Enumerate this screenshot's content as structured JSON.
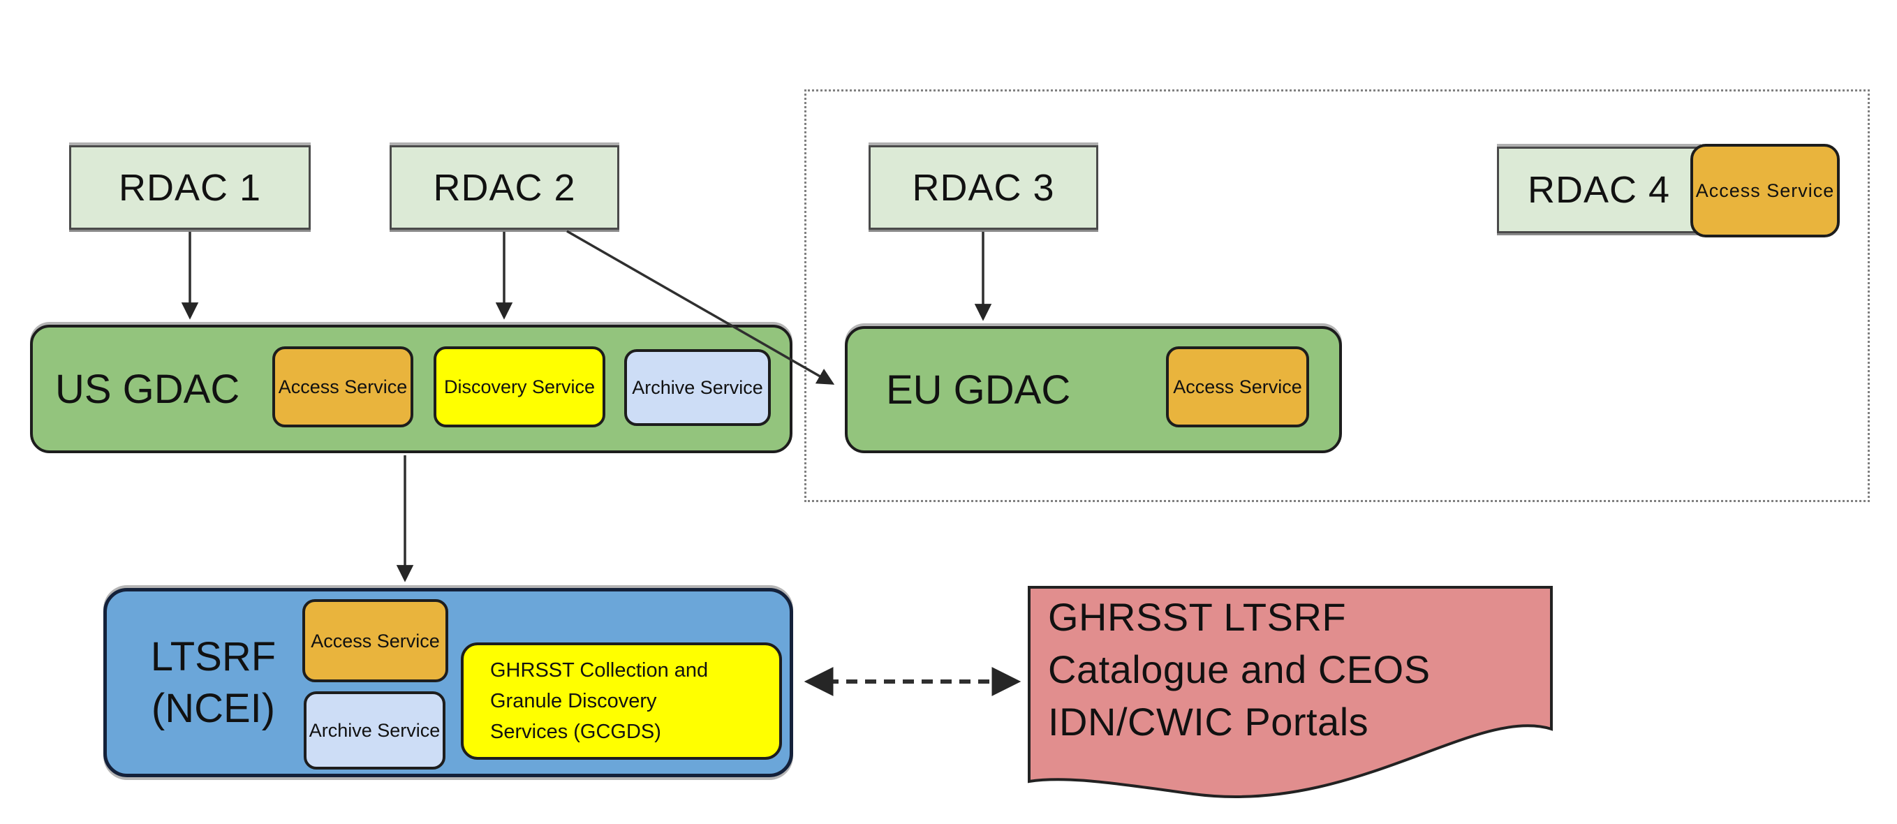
{
  "diagram_title": "",
  "nodes": {
    "rdac1": {
      "label": "RDAC 1"
    },
    "rdac2": {
      "label": "RDAC 2"
    },
    "rdac3": {
      "label": "RDAC 3"
    },
    "rdac4": {
      "label": "RDAC 4",
      "badge_label": "Access Service"
    },
    "us_gdac": {
      "label": "US GDAC",
      "services": [
        {
          "type": "access",
          "label": "Access Service"
        },
        {
          "type": "discovery",
          "label": "Discovery Service"
        },
        {
          "type": "archive",
          "label": "Archive Service"
        }
      ]
    },
    "eu_gdac": {
      "label": "EU GDAC",
      "services": [
        {
          "type": "access",
          "label": "Access Service"
        }
      ]
    },
    "ltsrf": {
      "label_line1": "LTSRF",
      "label_line2": "(NCEI)",
      "services": [
        {
          "type": "access",
          "label": "Access Service"
        },
        {
          "type": "archive",
          "label": "Archive Service"
        },
        {
          "type": "discovery",
          "label": "GHRSST Collection and Granule Discovery Services (GCGDS)"
        }
      ]
    },
    "catalogue": {
      "lines": [
        "GHRSST LTSRF",
        "Catalogue and CEOS",
        "IDN/CWIC Portals"
      ]
    }
  },
  "edges": [
    {
      "from": "rdac1",
      "to": "us_gdac",
      "style": "solid-arrow"
    },
    {
      "from": "rdac2",
      "to": "us_gdac",
      "style": "solid-arrow"
    },
    {
      "from": "rdac2",
      "to": "eu_gdac",
      "style": "solid-arrow-diagonal"
    },
    {
      "from": "rdac3",
      "to": "eu_gdac",
      "style": "solid-arrow"
    },
    {
      "from": "us_gdac",
      "to": "ltsrf",
      "style": "solid-arrow"
    },
    {
      "from": "ltsrf",
      "to": "catalogue",
      "style": "dashed-double-arrow"
    }
  ],
  "colors": {
    "rdac_fill": "#dcead6",
    "gdac_fill": "#93c47d",
    "badge_access": "#e9b43d",
    "badge_discovery": "#ffff00",
    "badge_archive": "#cdddf6",
    "ltsrf_fill": "#6ba6d9",
    "doc_fill": "#e18e8e",
    "line_color": "#2f2f2f",
    "region_dot": "#808080"
  }
}
